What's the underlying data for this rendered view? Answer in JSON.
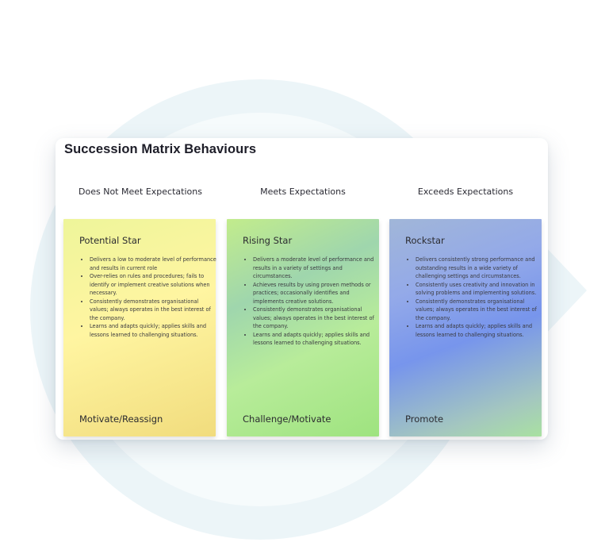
{
  "title": "Succession Matrix Behaviours",
  "columns": [
    {
      "header": "Does Not Meet Expectations",
      "panel_title": "Potential Star",
      "bullets": [
        "Delivers a low to moderate level of performance and results in current role",
        "Over-relies on rules and procedures; fails to identify or implement creative solutions when necessary.",
        "Consistently demonstrates organisational values; always operates in the best interest of the company.",
        "Learns and adapts quickly; applies skills and lessons learned to challenging situations."
      ],
      "footer": "Motivate/Reassign"
    },
    {
      "header": "Meets Expectations",
      "panel_title": "Rising Star",
      "bullets": [
        "Delivers a moderate level of performance and results in a variety of settings and circumstances.",
        "Achieves results by using proven methods or practices; occasionally identifies and implements creative solutions.",
        "Consistently demonstrates organisational values; always operates in the best interest of the company.",
        "Learns and adapts quickly; applies skills and lessons learned to challenging situations."
      ],
      "footer": "Challenge/Motivate"
    },
    {
      "header": "Exceeds Expectations",
      "panel_title": "Rockstar",
      "bullets": [
        "Delivers consistently strong performance and outstanding results in a wide variety of challenging settings and circumstances.",
        "Consistently uses creativity and innovation in solving problems and implementing solutions.",
        "Consistently demonstrates organisational values; always operates in the best interest of the company.",
        "Learns and adapts quickly; applies skills and lessons learned to challenging situations."
      ],
      "footer": "Promote"
    }
  ],
  "colors": {
    "background_accent": "#ecf5f8",
    "panel_yellow": "#fff5a1",
    "panel_green": "#b8ec9a",
    "panel_blue": "#7795ec",
    "title_text": "#1d1d28"
  }
}
